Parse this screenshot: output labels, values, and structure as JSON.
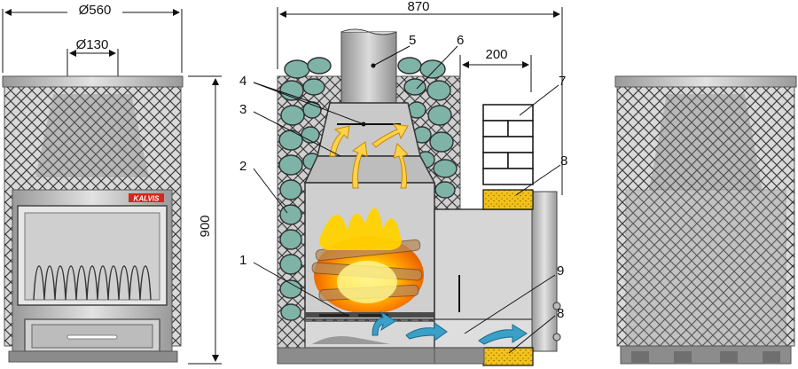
{
  "dimensions": {
    "body_diameter": "Ø560",
    "pipe_diameter": "Ø130",
    "overall_width": "870",
    "height": "900",
    "gap_to_wall": "200"
  },
  "brand_plate": "KALVIS",
  "callouts": [
    "1",
    "2",
    "3",
    "4",
    "5",
    "6",
    "7",
    "8",
    "8",
    "9"
  ],
  "colors": {
    "steel": "#c8c8c8",
    "steel_dark": "#8c8c8c",
    "mesh": "#444444",
    "stone": "#7fb3a8",
    "flame_yellow": "#ffd200",
    "flame_orange": "#ff8a00",
    "brick": "#ffffff",
    "insulation": "#f2c21a",
    "air_arrow": "#3aa0c8"
  },
  "icons": [
    "hot-air-arrow-icon",
    "cold-air-arrow-icon"
  ]
}
